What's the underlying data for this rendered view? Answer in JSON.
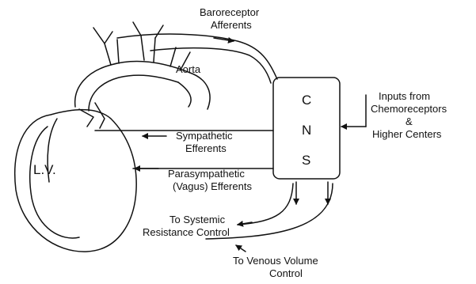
{
  "labels": {
    "baroreceptor_afferents": [
      "Baroreceptor",
      "Afferents"
    ],
    "aorta": "Aorta",
    "lv": "L.V.",
    "cns_letters": [
      "C",
      "N",
      "S"
    ],
    "inputs": [
      "Inputs from",
      "Chemoreceptors",
      "&",
      "Higher Centers"
    ],
    "sympathetic": [
      "Sympathetic",
      "Efferents"
    ],
    "parasympathetic": [
      "Parasympathetic",
      "(Vagus) Efferents"
    ],
    "systemic": [
      "To Systemic",
      "Resistance Control"
    ],
    "venous": [
      "To Venous Volume",
      "Control"
    ]
  },
  "colors": {
    "line": "#111111",
    "background": "#ffffff"
  }
}
